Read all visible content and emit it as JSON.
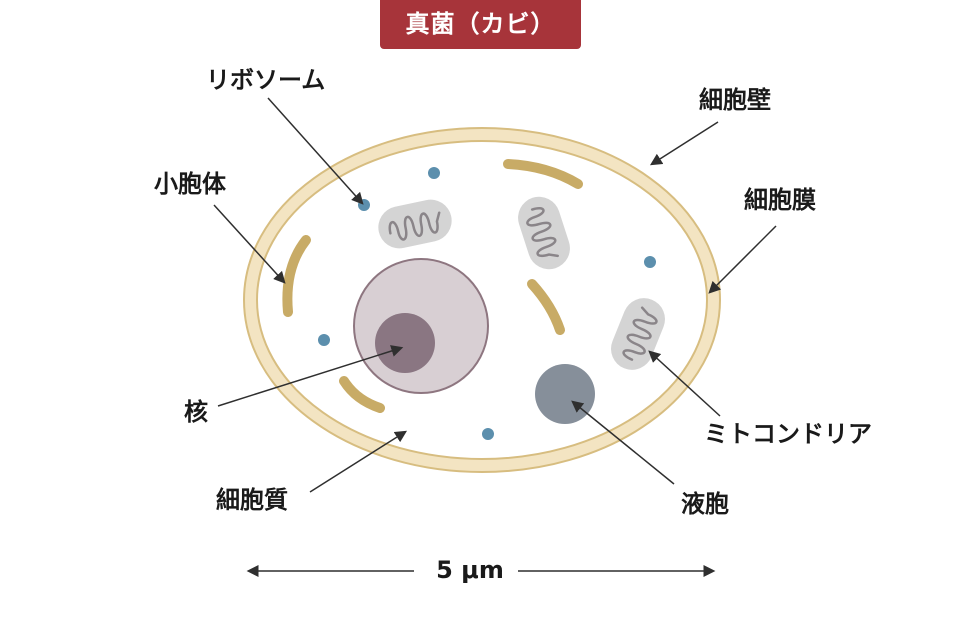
{
  "title": "真菌（カビ）",
  "labels": {
    "ribosome": "リボソーム",
    "cell_wall": "細胞壁",
    "vesicle": "小胞体",
    "cell_membrane": "細胞膜",
    "nucleus": "核",
    "mitochondria": "ミトコンドリア",
    "cytoplasm": "細胞質",
    "vacuole": "液胞"
  },
  "scale": {
    "label": "5 μm"
  },
  "colors": {
    "title_bg": "#a7343a",
    "cell_wall_fill": "#f3e4c2",
    "cell_wall_stroke": "#d7bd80",
    "organelle_gold": "#c8ab66",
    "mito_fill": "#d4d4d4",
    "mito_line": "#8a8589",
    "ribosome": "#5c8fad",
    "nucleus_fill": "#d8cfd3",
    "nucleus_stroke": "#8e7680",
    "nucleolus": "#8a7682",
    "vacuole": "#868f9a",
    "arrow": "#2f2f2f"
  }
}
